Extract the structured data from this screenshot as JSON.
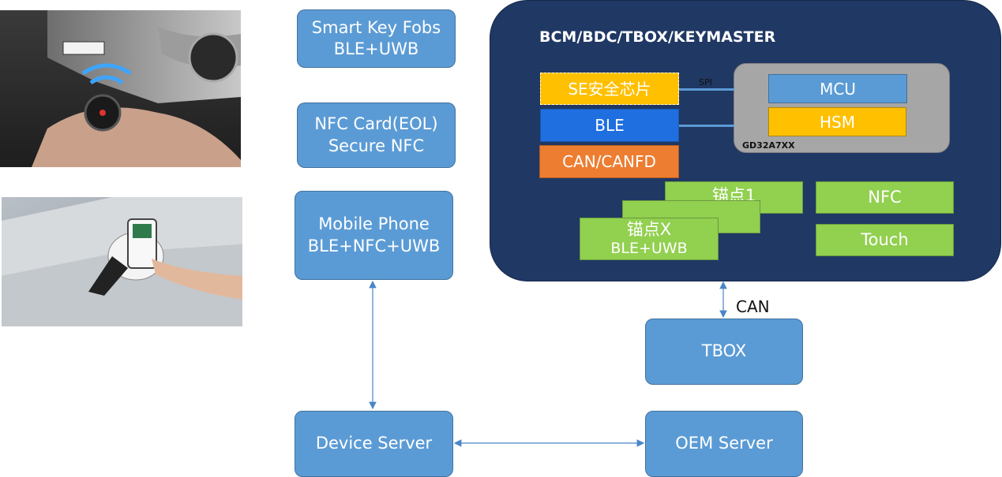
{
  "left_boxes": {
    "key_fobs": {
      "line1": "Smart Key Fobs",
      "line2": "BLE+UWB"
    },
    "nfc_card": {
      "line1": "NFC Card(EOL)",
      "line2": "Secure NFC"
    },
    "mobile_phone": {
      "line1": "Mobile Phone",
      "line2": "BLE+NFC+UWB"
    },
    "device_server": {
      "label": "Device Server"
    }
  },
  "vehicle_module": {
    "title": "BCM/BDC/TBOX/KEYMASTER",
    "se_chip": "SE安全芯片",
    "ble": "BLE",
    "can_canfd": "CAN/CANFD",
    "spi_label": "SPI",
    "mcu_group": {
      "mcu": "MCU",
      "hsm": "HSM",
      "chip_name": "GD32A7XX"
    },
    "anchor_1": "锚点1",
    "anchor_x": {
      "line1": "锚点X",
      "line2": "BLE+UWB"
    },
    "nfc": "NFC",
    "touch": "Touch"
  },
  "can_label": "CAN",
  "tbox": {
    "label": "TBOX"
  },
  "oem_server": {
    "label": "OEM Server"
  },
  "colors": {
    "navy_panel": "#203864",
    "box_blue": "#5b9bd5",
    "ble_blue": "#1f6fe0",
    "se_yellow": "#ffc000",
    "can_orange": "#ed7d31",
    "anchor_green": "#92d050",
    "mcu_group_gray": "#a6a6a6",
    "arrow_blue": "#4a86c8"
  },
  "icons": [
    "car-watch-photo",
    "car-phone-photo"
  ]
}
